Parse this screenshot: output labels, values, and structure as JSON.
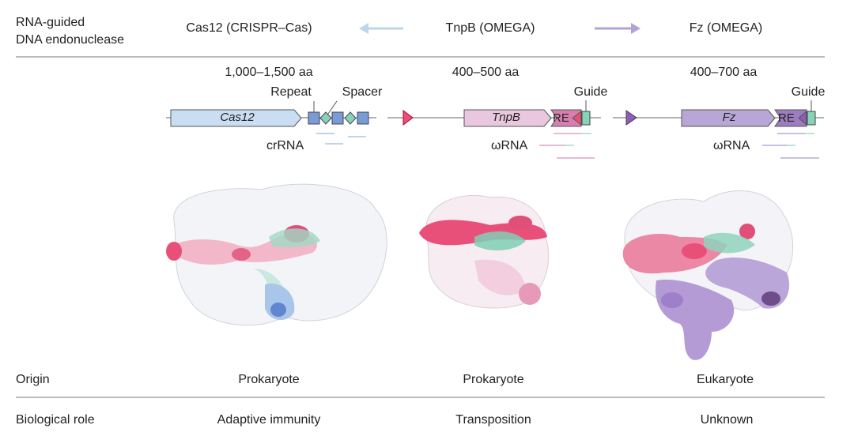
{
  "header": {
    "row_label_line1": "RNA-guided",
    "row_label_line2": "DNA endonuclease",
    "columns": [
      "Cas12 (CRISPR–Cas)",
      "TnpB (OMEGA)",
      "Fz (OMEGA)"
    ]
  },
  "loci": {
    "cas12": {
      "size": "1,000–1,500 aa",
      "gene": "Cas12",
      "repeat_label": "Repeat",
      "spacer_label": "Spacer",
      "rna_label": "crRNA"
    },
    "tnpb": {
      "size": "400–500 aa",
      "gene": "TnpB",
      "re_label": "RE",
      "guide_label": "Guide",
      "rna_label": "ωRNA"
    },
    "fz": {
      "size": "400–700 aa",
      "gene": "Fz",
      "re_label": "RE",
      "guide_label": "Guide",
      "rna_label": "ωRNA"
    }
  },
  "rows": [
    {
      "label": "Origin",
      "values": [
        "Prokaryote",
        "Prokaryote",
        "Eukaryote"
      ]
    },
    {
      "label": "Biological role",
      "values": [
        "Adaptive immunity",
        "Transposition",
        "Unknown"
      ]
    }
  ],
  "colors": {
    "cas12": "#c9def2",
    "tnpb": "#e9c7de",
    "fz": "#b8a6d6",
    "pink": "#e8507a",
    "guide": "#86d3b8",
    "repeat": "#7a9bd4",
    "purple": "#8a5fb0"
  }
}
